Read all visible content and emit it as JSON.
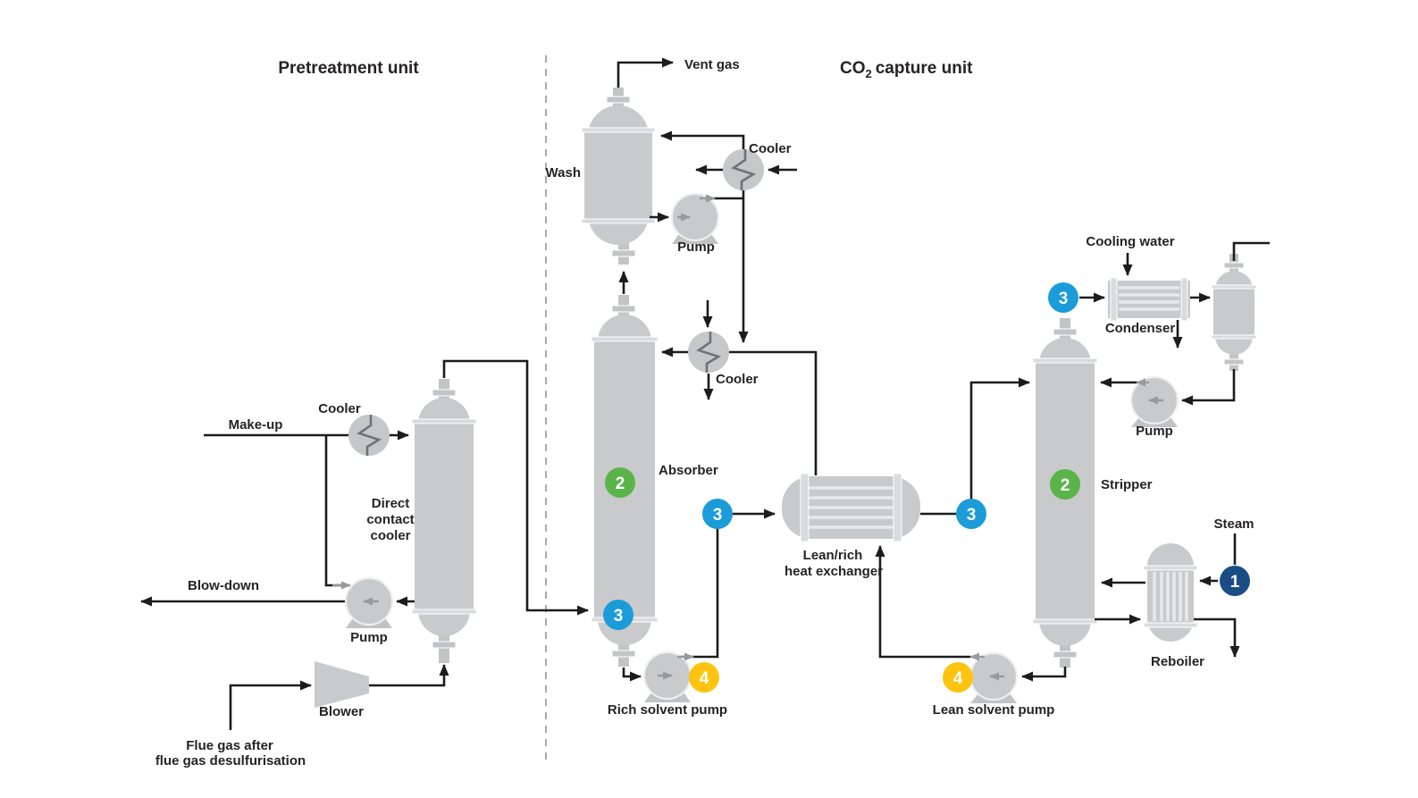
{
  "diagram": {
    "titles": {
      "pretreatment": "Pretreatment unit",
      "capture_co": "CO",
      "capture_sub": "2",
      "capture_rest": "capture unit"
    },
    "labels": {
      "vent_gas": "Vent gas",
      "wash": "Wash",
      "wash_cooler": "Cooler",
      "wash_pump": "Pump",
      "absorber_cooler": "Cooler",
      "absorber": "Absorber",
      "make_up": "Make-up",
      "pretreat_cooler": "Cooler",
      "dcc_line1": "Direct",
      "dcc_line2": "contact",
      "dcc_line3": "cooler",
      "blow_down": "Blow-down",
      "pretreat_pump": "Pump",
      "blower": "Blower",
      "flue_gas_line1": "Flue gas after",
      "flue_gas_line2": "flue gas desulfurisation",
      "rich_solvent_pump": "Rich solvent pump",
      "hx_line1": "Lean/rich",
      "hx_line2": "heat exchanger",
      "lean_solvent_pump": "Lean solvent pump",
      "stripper": "Stripper",
      "cooling_water": "Cooling water",
      "condenser": "Condenser",
      "reflux_pump": "Pump",
      "steam": "Steam",
      "reboiler": "Reboiler"
    },
    "badges": {
      "steam_1": {
        "value": "1",
        "color": "#1a4d85"
      },
      "absorber_2": {
        "value": "2",
        "color": "#5ab44a"
      },
      "stripper_2": {
        "value": "2",
        "color": "#5ab44a"
      },
      "absorber_3": {
        "value": "3",
        "color": "#1b9cd8"
      },
      "rich_3": {
        "value": "3",
        "color": "#1b9cd8"
      },
      "hx_out_3": {
        "value": "3",
        "color": "#1b9cd8"
      },
      "stripper_top_3": {
        "value": "3",
        "color": "#1b9cd8"
      },
      "rich_4": {
        "value": "4",
        "color": "#fdc40f"
      },
      "lean_4": {
        "value": "4",
        "color": "#fdc40f"
      }
    },
    "colors": {
      "pipe": "#1c1c1c",
      "equipment_gray": "#c9cacb",
      "divider_gray": "#a8aaad",
      "flow_arrow_gray": "#97999c"
    }
  }
}
